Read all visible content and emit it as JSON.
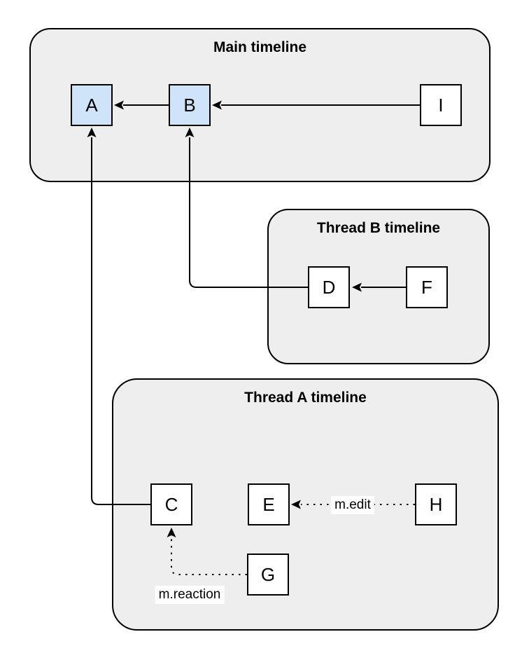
{
  "diagram": {
    "containers": {
      "main": {
        "title": "Main timeline"
      },
      "thread_b": {
        "title": "Thread B timeline"
      },
      "thread_a": {
        "title": "Thread A timeline"
      }
    },
    "nodes": {
      "A": {
        "label": "A",
        "highlighted": true
      },
      "B": {
        "label": "B",
        "highlighted": true
      },
      "I": {
        "label": "I",
        "highlighted": false
      },
      "D": {
        "label": "D",
        "highlighted": false
      },
      "F": {
        "label": "F",
        "highlighted": false
      },
      "C": {
        "label": "C",
        "highlighted": false
      },
      "E": {
        "label": "E",
        "highlighted": false
      },
      "H": {
        "label": "H",
        "highlighted": false
      },
      "G": {
        "label": "G",
        "highlighted": false
      }
    },
    "edge_labels": {
      "edit": "m.edit",
      "reaction": "m.reaction"
    },
    "colors": {
      "container_fill": "#eeeeee",
      "container_border": "#000000",
      "node_fill_highlight": "#cfe3f9",
      "node_fill_default": "#ffffff",
      "node_border": "#000000",
      "edge": "#000000",
      "label_bg": "#ffffff"
    }
  }
}
